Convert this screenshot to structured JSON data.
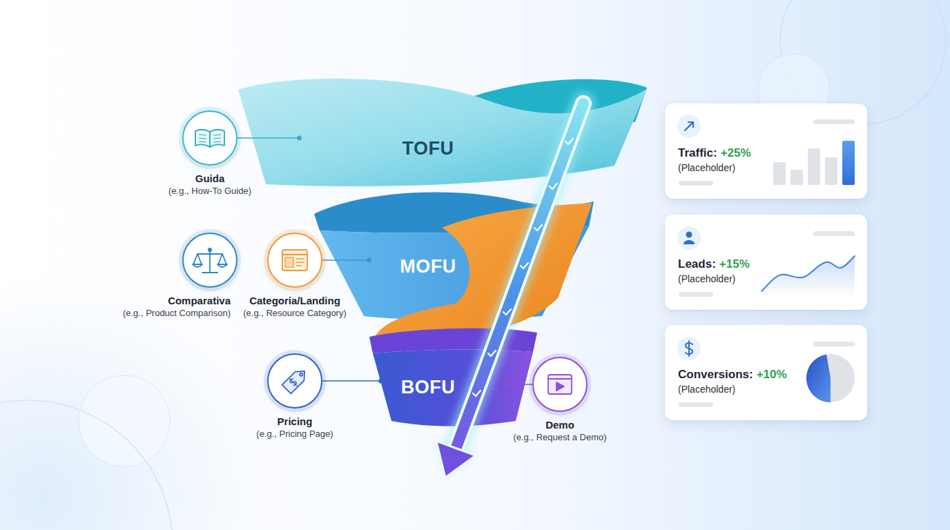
{
  "diagram": {
    "nodes": [
      {
        "text": [
          "Guida",
          "(e.g., How-To Guide)"
        ]
      },
      {
        "text": [
          "TOFU"
        ]
      },
      {
        "text": [
          "Traffic:",
          "+25%",
          "(Placeholder)"
        ]
      },
      {
        "text": [
          "Comparativa",
          "(e.g., Product Comparison)"
        ]
      },
      {
        "text": [
          "Categoria/Landing",
          "(e.g., Resource Category)"
        ]
      },
      {
        "text": [
          "MOFU"
        ]
      },
      {
        "text": [
          "Leads:",
          "+15%",
          "(Placeholder)"
        ]
      },
      {
        "text": [
          "Pricing",
          "(e.g., Pricing Page)"
        ]
      },
      {
        "text": [
          "BOFU"
        ]
      },
      {
        "text": [
          "Demo",
          "(e.g., Request a Demo)"
        ]
      },
      {
        "text": [
          "Conversions:",
          "+10%",
          "(Placeholder)"
        ]
      }
    ],
    "edges": [
      {
        "from": 0,
        "to": 1,
        "arrow": "none"
      },
      {
        "from": 4,
        "to": 5,
        "arrow": "none"
      },
      {
        "from": 7,
        "to": 8,
        "arrow": "none"
      },
      {
        "from": 9,
        "to": 8,
        "arrow": "none"
      }
    ]
  }
}
